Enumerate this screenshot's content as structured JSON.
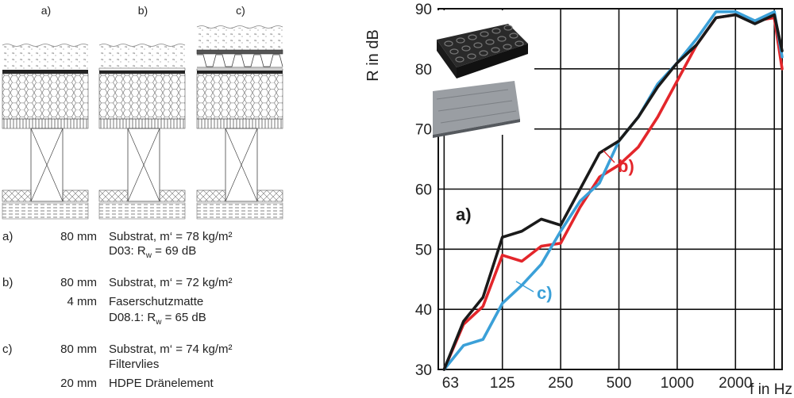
{
  "diagram": {
    "labels": [
      "a)",
      "b)",
      "c)"
    ]
  },
  "legend": {
    "a": {
      "key": "a)",
      "rows": [
        {
          "thickness": "80 mm",
          "text": "Substrat, m‘ = 78 kg/m²"
        },
        {
          "thickness": "",
          "text": "D03: R",
          "sub": "w",
          "tail": " = 69 dB"
        }
      ]
    },
    "b": {
      "key": "b)",
      "rows": [
        {
          "thickness": "80 mm",
          "text": "Substrat, m‘ = 72 kg/m²"
        },
        {
          "thickness": "4 mm",
          "text": "Faserschutzmatte"
        },
        {
          "thickness": "",
          "text": "D08.1: R",
          "sub": "w",
          "tail": " = 65 dB"
        }
      ]
    },
    "c": {
      "key": "c)",
      "rows": [
        {
          "thickness": "80 mm",
          "text": "Substrat, m‘ = 74 kg/m²"
        },
        {
          "thickness": "",
          "text": "Filtervlies"
        },
        {
          "thickness": "20 mm",
          "text": "HDPE Dränelement"
        }
      ]
    }
  },
  "chart_data": {
    "type": "line",
    "ylabel": "R in dB",
    "xlabel": "f in Hz",
    "ylim": [
      30,
      90
    ],
    "yticks": [
      30,
      40,
      50,
      60,
      70,
      80,
      90
    ],
    "xlabels": [
      {
        "label": "63",
        "pos": 0
      },
      {
        "label": "125",
        "pos": 3
      },
      {
        "label": "250",
        "pos": 6
      },
      {
        "label": "500",
        "pos": 9
      },
      {
        "label": "1000",
        "pos": 12
      },
      {
        "label": "2000",
        "pos": 15
      }
    ],
    "xrange": [
      -0.3,
      17.4
    ],
    "grid": true,
    "series": [
      {
        "name": "a)",
        "color": "#1a1a1a",
        "x": [
          0,
          1,
          2,
          3,
          4,
          5,
          6,
          7,
          8,
          9,
          10,
          11,
          12,
          13,
          14,
          15,
          16,
          17,
          17.4
        ],
        "y": [
          30,
          38,
          42,
          52,
          53,
          55,
          54,
          60,
          66,
          68,
          72,
          77,
          81,
          84,
          88.5,
          89,
          87.5,
          89,
          83
        ]
      },
      {
        "name": "b)",
        "color": "#e3262b",
        "x": [
          0,
          1,
          2,
          3,
          4,
          5,
          6,
          7,
          8,
          9,
          10,
          11,
          12,
          13,
          14,
          15,
          16,
          17,
          17.4
        ],
        "y": [
          30,
          37.5,
          40.5,
          49,
          48,
          50.5,
          51,
          57,
          62,
          64,
          67,
          72,
          78,
          84,
          88.5,
          89,
          88,
          88.5,
          80
        ]
      },
      {
        "name": "c)",
        "color": "#3ba0d8",
        "x": [
          0,
          1,
          2,
          3,
          4,
          5,
          6,
          7,
          8,
          9,
          10,
          11,
          12,
          13,
          14,
          15,
          16,
          17,
          17.4
        ],
        "y": [
          30,
          34,
          35,
          41,
          44,
          47.5,
          53,
          58,
          61,
          68,
          72,
          77.5,
          81,
          85,
          89.5,
          89.5,
          88,
          89.5,
          82
        ]
      }
    ]
  }
}
